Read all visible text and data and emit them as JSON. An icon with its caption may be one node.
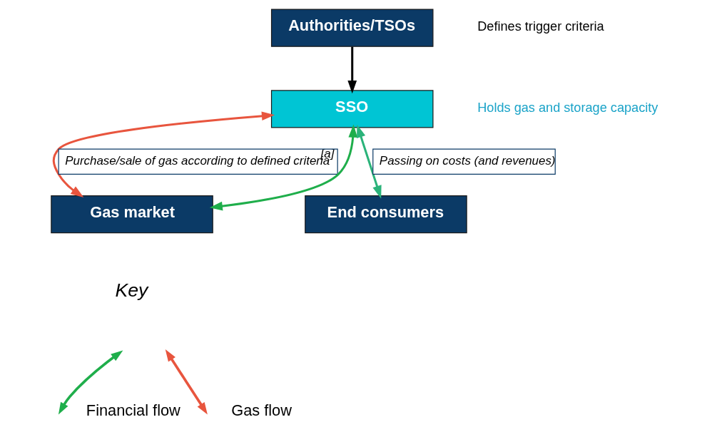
{
  "diagram": {
    "nodes": [
      {
        "text": [
          "Authorities/TSOs"
        ],
        "beside": [
          "Defines trigger criteria"
        ]
      },
      {
        "text": [
          "SSO"
        ],
        "beside": [
          "Holds gas and storage capacity"
        ]
      },
      {
        "text": [
          "Gas market"
        ]
      },
      {
        "text": [
          "End consumers"
        ]
      }
    ],
    "edges": [
      {
        "from": 0,
        "to": 1,
        "arrow": "to"
      },
      {
        "from": 1,
        "to": 2,
        "arrow": "both",
        "color": "#e8553e",
        "label": "Purchase/sale of gas according to defined criteria$^{[a]}$"
      },
      {
        "from": 1,
        "to": 2,
        "arrow": "both",
        "color": "#1fae4b"
      },
      {
        "from": 1,
        "to": 3,
        "arrow": "both",
        "color": "#2bb37a",
        "label": "Passing on costs (and revenues)"
      }
    ],
    "labels": [
      "Key"
    ],
    "legend": [
      {
        "text": "Financial flow"
      },
      {
        "text": "Gas flow"
      }
    ]
  }
}
